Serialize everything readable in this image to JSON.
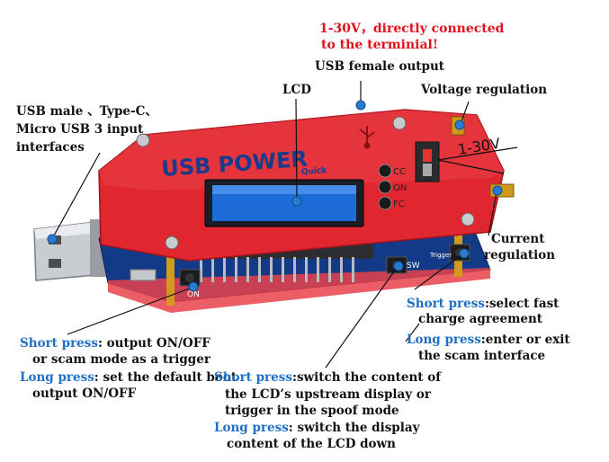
{
  "notes": {
    "red_line1": "1-30V，directly connected",
    "red_line2": "to the terminial!",
    "usb_out": "USB female output",
    "lcd": "LCD",
    "voltage": "Voltage regulation",
    "usb_in1": "USB male 、Type-C、",
    "usb_in2": "Micro USB 3 input",
    "usb_in3": "interfaces",
    "range": "1-30V",
    "current1": "Current",
    "current2": "regulation",
    "fc_short_key": "Short press",
    "fc_short_rest": ":select fast",
    "fc_short_line2": "charge agreement",
    "fc_long_key": "Long press",
    "fc_long_rest": ":enter or exit",
    "fc_long_line2": "the scam interface",
    "on_short_key": "Short press",
    "on_short_rest": ": output ON/OFF",
    "on_short_line2": "or scam mode as a trigger",
    "on_long_key": "Long press",
    "on_long_rest": ": set the default boot",
    "on_long_line2": "output ON/OFF",
    "sw_short_key": "Short press",
    "sw_short_rest": ":switch the content of",
    "sw_line2": "the LCD’s upstream display or",
    "sw_line3": "trigger in the spoof mode",
    "sw_long_key": "Long press",
    "sw_long_rest": ": switch the display",
    "sw_line5": "content of the LCD down"
  },
  "device": {
    "brand_usb": "USB POWER",
    "brand_sub": "Quick",
    "btn_cc": "CC",
    "btn_on": "ON",
    "btn_fc": "FC",
    "pcb_on": "ON",
    "pcb_sw": "SW",
    "pcb_trigger": "Trigger"
  },
  "colors": {
    "case_red": "#e0262f",
    "pcb_blue": "#123a86",
    "note_red": "#e0121b",
    "note_blue": "#1f6fc4"
  }
}
